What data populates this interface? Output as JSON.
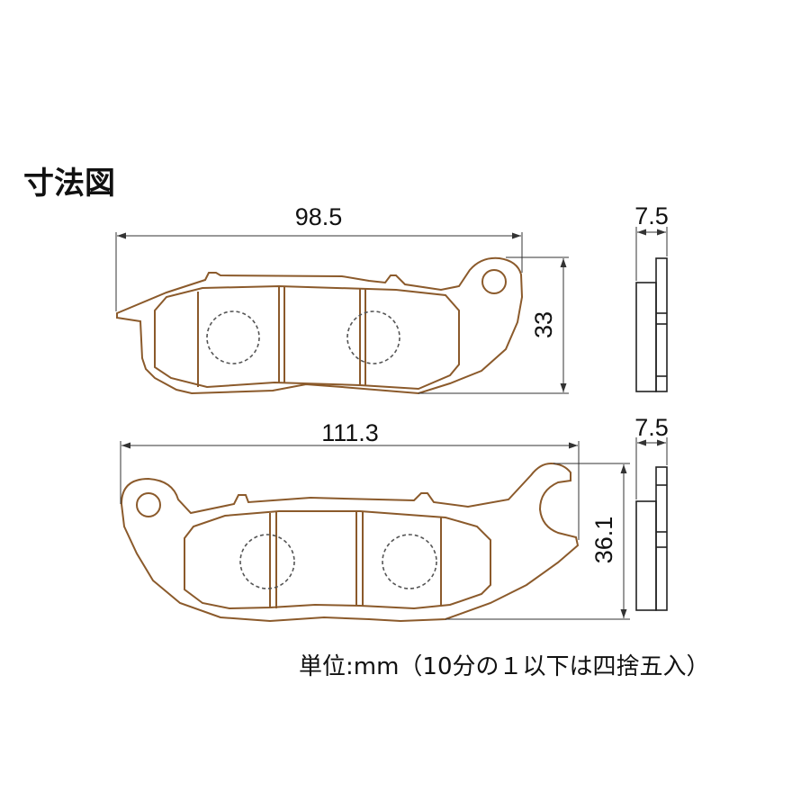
{
  "title": "寸法図",
  "top_pad": {
    "width": "98.5",
    "height": "33",
    "thickness": "7.5"
  },
  "bottom_pad": {
    "width": "111.3",
    "height": "36.1",
    "thickness": "7.5"
  },
  "footnote": "単位:mm（10分の１以下は四捨五入）",
  "colors": {
    "outline": "#8b5a2b",
    "dimension": "#333333"
  }
}
